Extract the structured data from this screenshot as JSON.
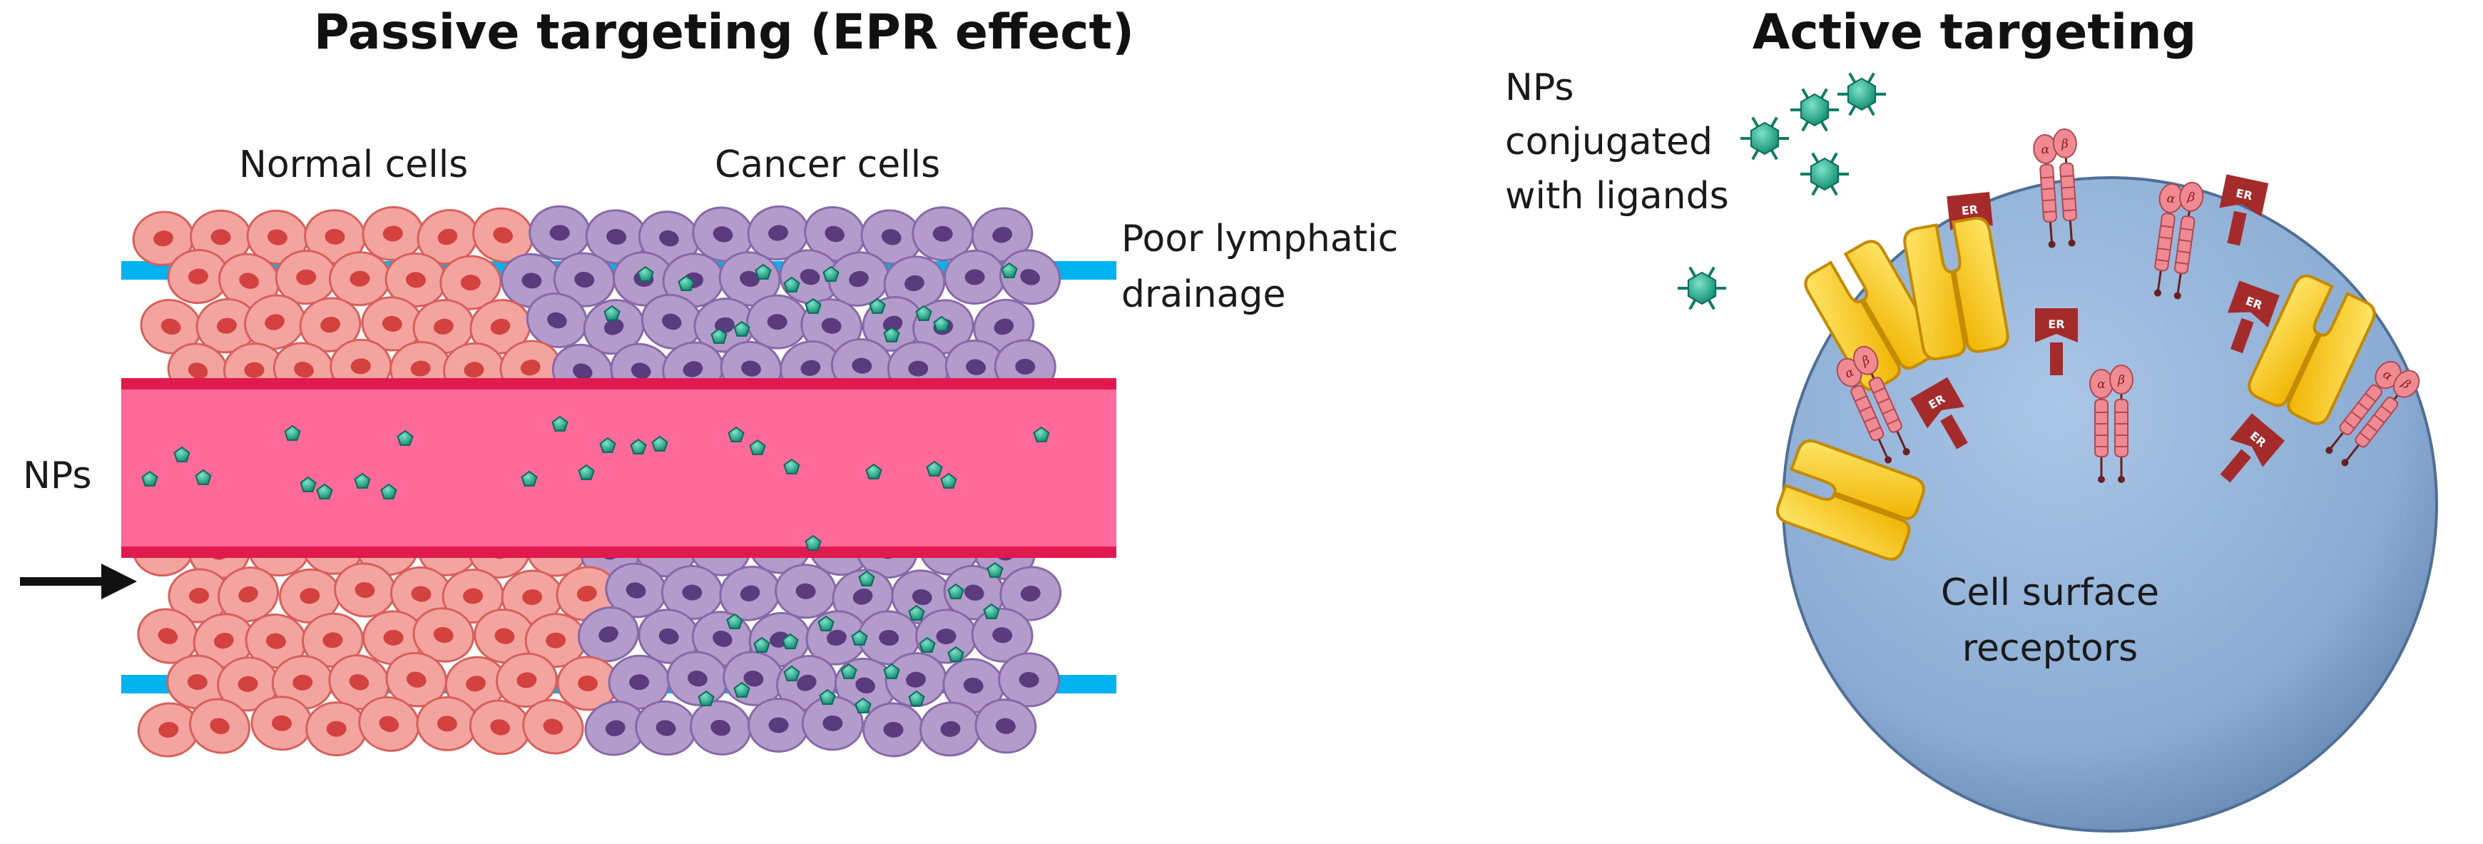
{
  "titles": {
    "passive": "Passive targeting (EPR effect)",
    "active": "Active targeting"
  },
  "labels": {
    "normal_cells": "Normal cells",
    "cancer_cells": "Cancer cells",
    "lymph_line1": "Poor lymphatic",
    "lymph_line2": "drainage",
    "nps": "NPs",
    "conj_line1": "NPs",
    "conj_line2": "conjugated",
    "conj_line3": "with ligands",
    "surface_line1": "Cell surface",
    "surface_line2": "receptors",
    "er": "ER",
    "alpha": "α",
    "beta": "β"
  },
  "colors": {
    "normal_cell_fill": "#f4a49e",
    "normal_cell_stroke": "#d9605a",
    "normal_nucleus": "#d4423f",
    "cancer_cell_fill": "#b39bcb",
    "cancer_cell_stroke": "#8769a8",
    "cancer_nucleus": "#5a3c7e",
    "vessel": "#ff6a9a",
    "vessel_edge": "#e0194e",
    "lymph": "#00b2ee",
    "nanoparticle": "#1aa88c",
    "cell_sphere": "#8fb0d6",
    "receptor_yellow": "#ffd21c",
    "receptor_er": "#a52a2a",
    "receptor_pink": "#f08a92"
  },
  "icons": [
    "right-arrow-icon",
    "nanoparticle-icon",
    "ligand-star-icon",
    "receptor-icon"
  ]
}
